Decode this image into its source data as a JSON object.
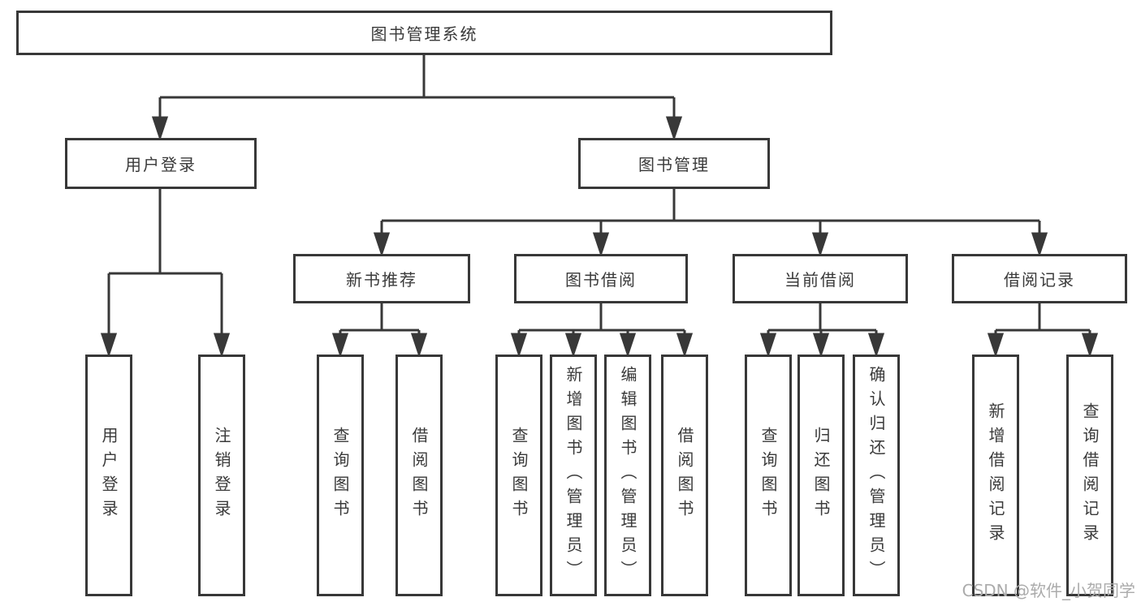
{
  "diagram": {
    "title": "图书管理系统",
    "type": "hierarchy-tree",
    "colors": {
      "line": "#383838",
      "box_border": "#383838",
      "text": "#3a3a3a",
      "background": "#ffffff",
      "watermark": "#ababab"
    }
  },
  "nodes": {
    "root": {
      "label": "图书管理系统"
    },
    "user_login": {
      "label": "用户登录"
    },
    "book_mgmt": {
      "label": "图书管理"
    },
    "new_book_rec": {
      "label": "新书推荐"
    },
    "book_borrow": {
      "label": "图书借阅"
    },
    "current_borrow": {
      "label": "当前借阅"
    },
    "borrow_records": {
      "label": "借阅记录"
    },
    "leaf_user_login": {
      "label": "用户登录"
    },
    "leaf_logout": {
      "label": "注销登录"
    },
    "leaf_query_book_1": {
      "label": "查询图书"
    },
    "leaf_borrow_book_1": {
      "label": "借阅图书"
    },
    "leaf_query_book_2": {
      "label": "查询图书"
    },
    "leaf_add_book": {
      "label": "新增图书（管理员）"
    },
    "leaf_edit_book": {
      "label": "编辑图书（管理员）"
    },
    "leaf_borrow_book_2": {
      "label": "借阅图书"
    },
    "leaf_query_book_3": {
      "label": "查询图书"
    },
    "leaf_return_book": {
      "label": "归还图书"
    },
    "leaf_confirm_return": {
      "label": "确认归还（管理员）"
    },
    "leaf_add_borrow_record": {
      "label": "新增借阅记录"
    },
    "leaf_query_borrow_record": {
      "label": "查询借阅记录"
    }
  },
  "structure": {
    "图书管理系统": {
      "用户登录": [
        "用户登录",
        "注销登录"
      ],
      "图书管理": {
        "新书推荐": [
          "查询图书",
          "借阅图书"
        ],
        "图书借阅": [
          "查询图书",
          "新增图书（管理员）",
          "编辑图书（管理员）",
          "借阅图书"
        ],
        "当前借阅": [
          "查询图书",
          "归还图书",
          "确认归还（管理员）"
        ],
        "借阅记录": [
          "新增借阅记录",
          "查询借阅记录"
        ]
      }
    }
  },
  "watermark": {
    "text": "CSDN @软件_小贺同学"
  }
}
